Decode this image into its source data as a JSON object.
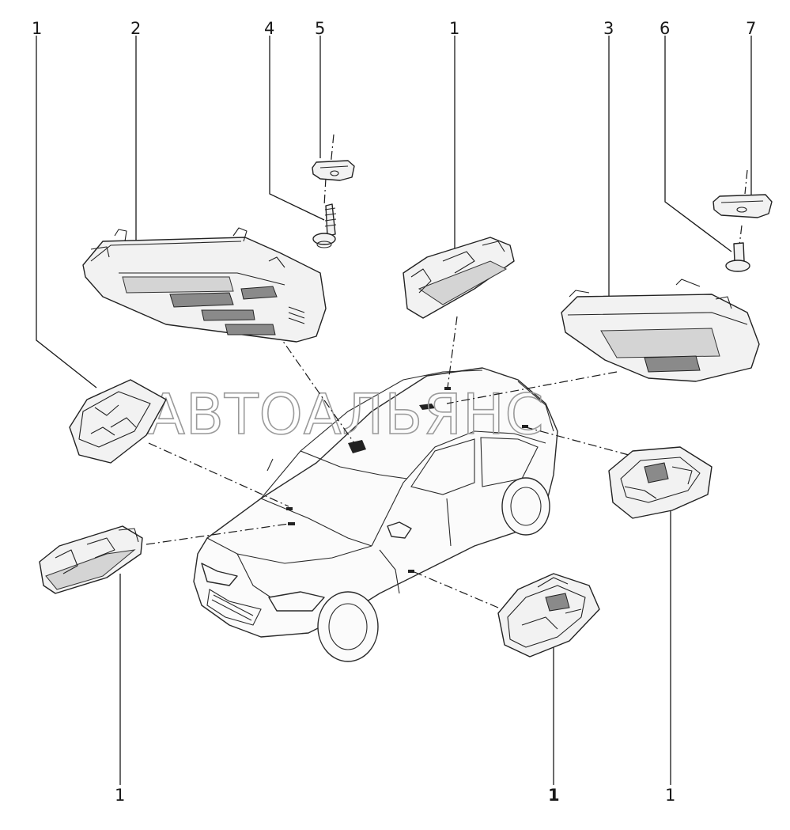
{
  "callouts": [
    {
      "id": "c1",
      "label": "1"
    },
    {
      "id": "c2",
      "label": "2"
    },
    {
      "id": "c4",
      "label": "4"
    },
    {
      "id": "c5",
      "label": "5"
    },
    {
      "id": "c1b",
      "label": "1"
    },
    {
      "id": "c3",
      "label": "3"
    },
    {
      "id": "c6",
      "label": "6"
    },
    {
      "id": "c7",
      "label": "7"
    },
    {
      "id": "c1c",
      "label": "1"
    },
    {
      "id": "c1d",
      "label": "1"
    },
    {
      "id": "c1e",
      "label": "1"
    }
  ],
  "watermark": "АВТОАЛЬЯНС"
}
